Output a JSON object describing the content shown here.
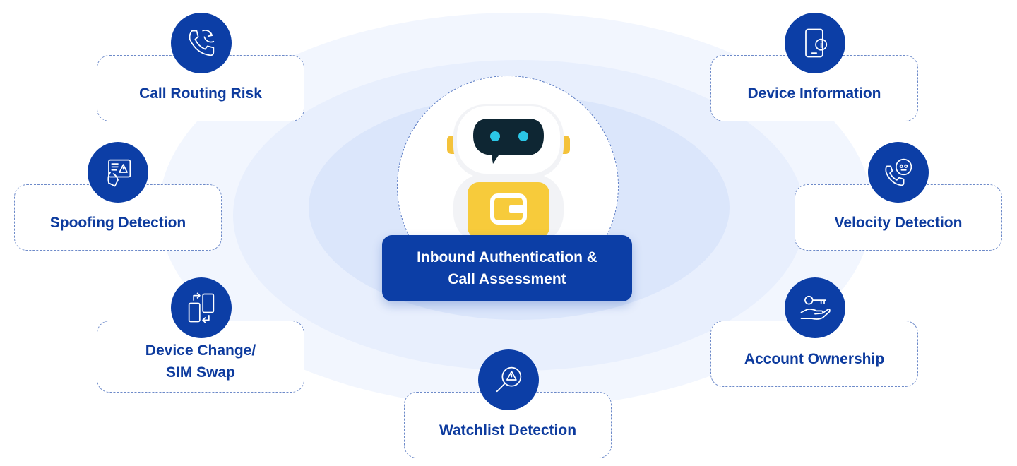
{
  "center": {
    "line1": "Inbound Authentication &",
    "line2": "Call Assessment"
  },
  "features": {
    "call_routing": {
      "label": "Call Routing Risk",
      "icon": "phone-reroute-icon"
    },
    "spoofing": {
      "label": "Spoofing Detection",
      "icon": "id-card-alert-icon"
    },
    "device_change": {
      "line1": "Device Change/",
      "line2": "SIM Swap",
      "icon": "phone-swap-icon"
    },
    "watchlist": {
      "label": "Watchlist Detection",
      "icon": "magnifier-alert-icon"
    },
    "device_info": {
      "label": "Device Information",
      "icon": "phone-info-icon"
    },
    "velocity": {
      "label": "Velocity Detection",
      "icon": "phone-skull-icon"
    },
    "account": {
      "label": "Account Ownership",
      "icon": "key-hand-icon"
    }
  },
  "colors": {
    "primary": "#0c3ea6",
    "card_text": "#0d3b9e",
    "robot_yellow": "#f7cb3b",
    "robot_eyes": "#2bc6e6"
  }
}
